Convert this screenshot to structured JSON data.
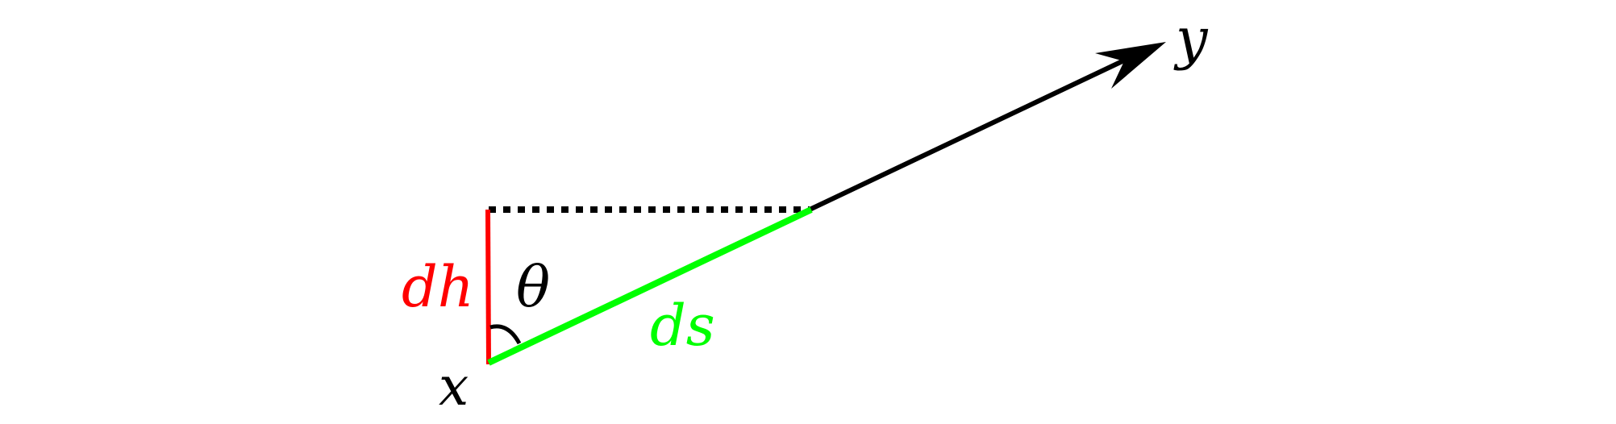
{
  "labels": {
    "point_start": "x",
    "point_end": "y",
    "vertical_segment": "dh",
    "hypotenuse_segment": "ds",
    "angle": "θ"
  },
  "colors": {
    "background": "#ffffff",
    "ink": "#000000",
    "vertical_segment": "#ff0000",
    "hypotenuse_segment": "#00ff00"
  }
}
